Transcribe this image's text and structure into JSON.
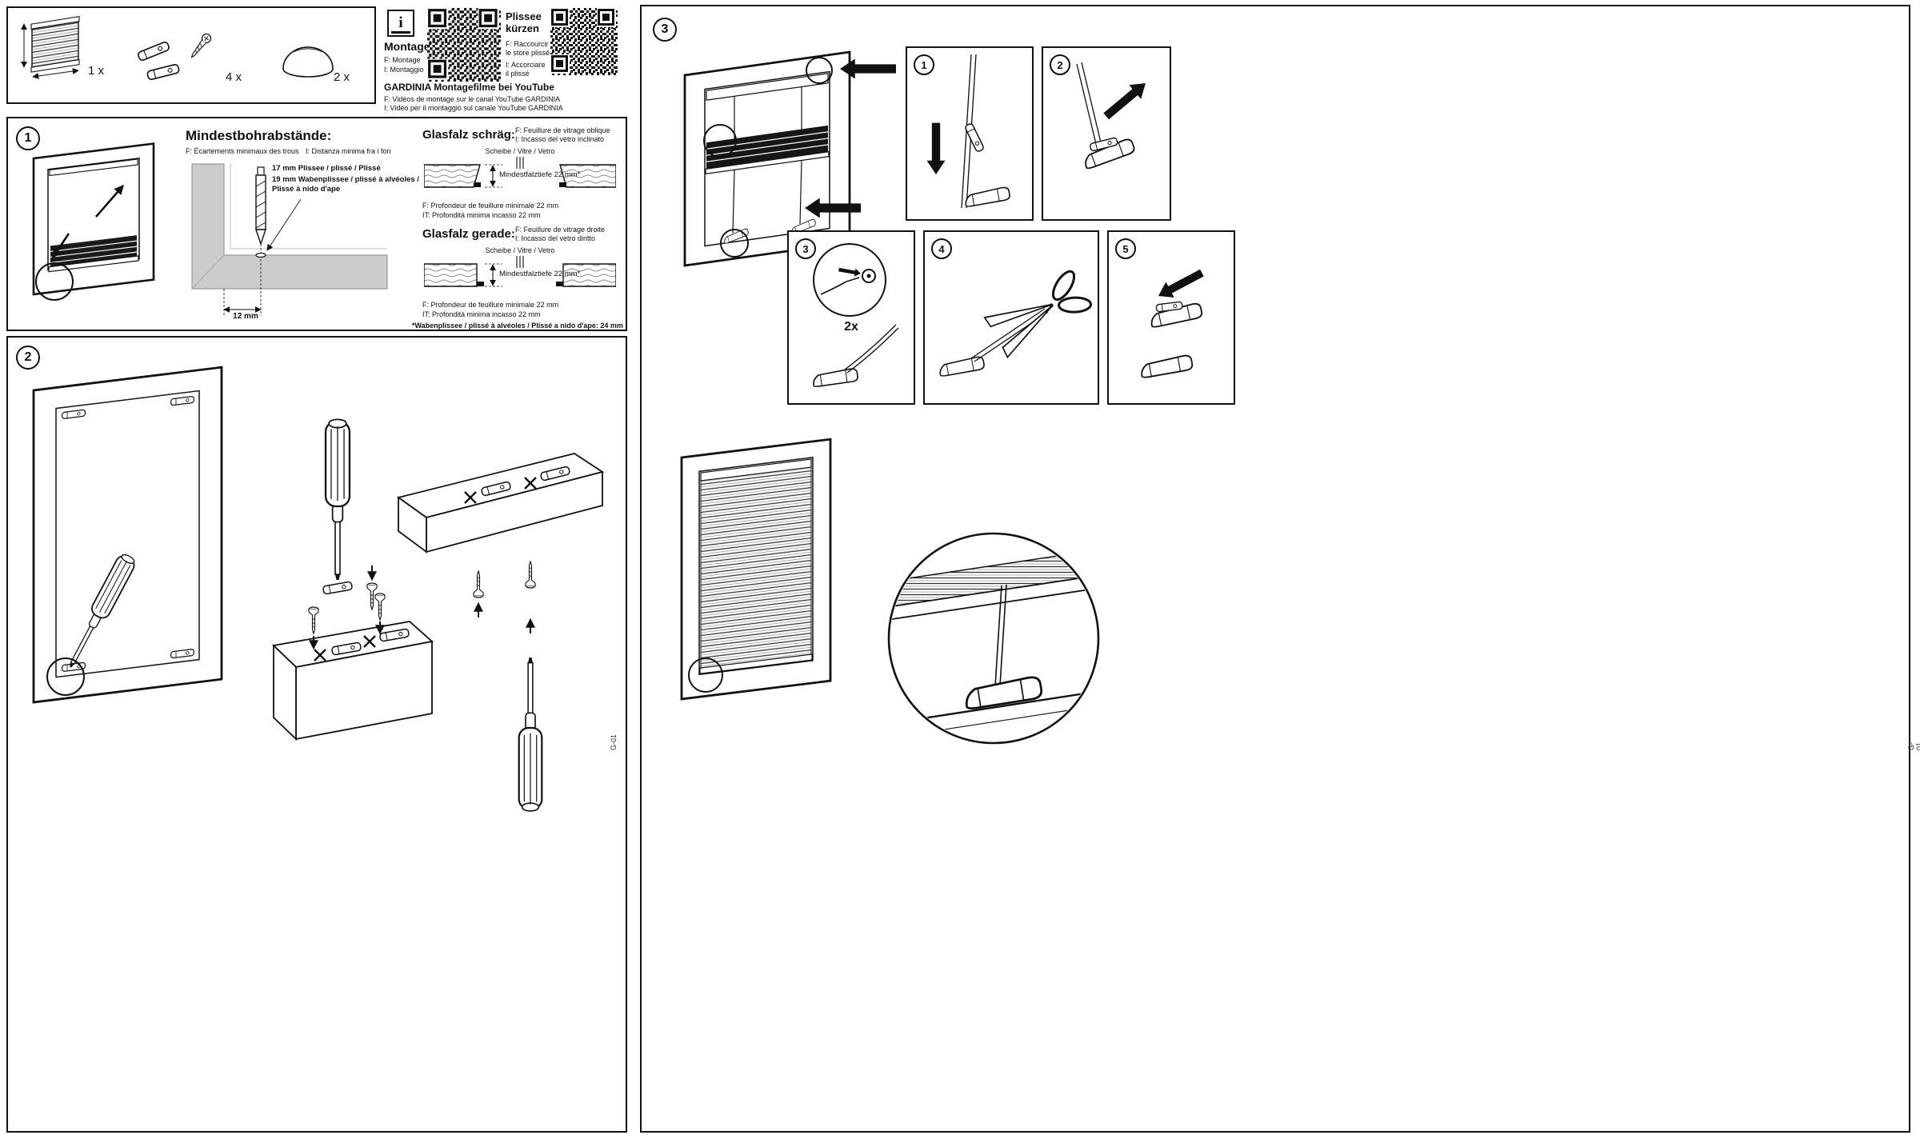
{
  "page": {
    "doc_code": "G-01"
  },
  "parts": {
    "blind_qty": "1 x",
    "clip_qty": "4 x",
    "knob_qty": "2 x"
  },
  "info": {
    "icon_letter": "i",
    "montage_title": "Montage",
    "montage_f": "F: Montage",
    "montage_i": "I: Montaggio",
    "shorten_title_1": "Plissee",
    "shorten_title_2": "kürzen",
    "shorten_f_1": "F: Raccourcir",
    "shorten_f_2": "le store plissé",
    "shorten_i_1": "I: Accorciare",
    "shorten_i_2": "il plissé",
    "youtube_title": "GARDINIA Montagefilme bei YouTube",
    "youtube_f": "F: Vidéos de montage sur le canal YouTube GARDINIA",
    "youtube_i": "I: Video per il montaggio sul canale YouTube GARDINIA"
  },
  "step1": {
    "number": "1",
    "heading": "Mindestbohrabstände:",
    "sub_f": "F: Écartements minimaux des trous",
    "sub_i": "I: Distanza minima fra i fori",
    "label_17": "17 mm Plissee / plissé / Plissé",
    "label_19a": "19 mm Wabenplissee / plissé à alvéoles /",
    "label_19b": "Plissé à nido d'ape",
    "dim_12": "12 mm",
    "schraeg": {
      "title": "Glasfalz schräg:",
      "f": "F: Feuillure de vitrage oblique",
      "i": "I: Incasso del vetro inclinato",
      "pane": "Scheibe / Vitre / Vetro",
      "depth": "Mindestfalztiefe 22 mm*",
      "note_f": "F: Profondeur de feuillure minimale 22 mm",
      "note_i": "IT: Profondità minima incasso 22 mm"
    },
    "gerade": {
      "title": "Glasfalz gerade:",
      "f": "F: Feuillure de vitrage droite",
      "i": "I: Incasso del vetro diritto",
      "pane": "Scheibe / Vitre / Vetro",
      "depth": "Mindestfalztiefe 22 mm*",
      "note_f": "F: Profondeur de feuillure minimale 22 mm",
      "note_i": "IT: Profondità minima incasso 22 mm"
    },
    "footnote": "*Wabenplissee / plissé à alvéoles / Plissé a nido d'ape: 24 mm"
  },
  "step2": {
    "number": "2"
  },
  "step3": {
    "number": "3",
    "sub_1": "1",
    "sub_2": "2",
    "sub_3": "3",
    "sub_4": "4",
    "sub_5": "5",
    "qty_2x": "2x"
  }
}
